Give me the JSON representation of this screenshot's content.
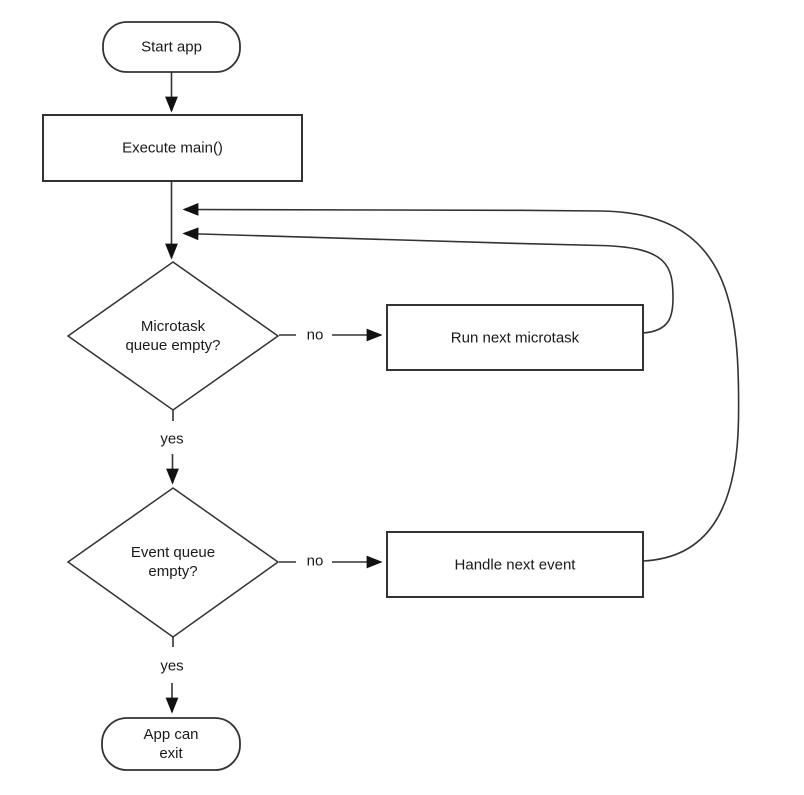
{
  "diagram": {
    "type": "flowchart",
    "nodes": {
      "start": {
        "label": "Start app",
        "shape": "terminator",
        "fill": "#ffffff"
      },
      "execute_main": {
        "label": "Execute main()",
        "shape": "process",
        "fill": "#84F6CD"
      },
      "microtask_check": {
        "label": "Microtask queue empty?",
        "shape": "decision",
        "fill": "#ffffff"
      },
      "run_microtask": {
        "label": "Run next microtask",
        "shape": "process",
        "fill": "#FBEAA3"
      },
      "event_check": {
        "label": "Event queue empty?",
        "shape": "decision",
        "fill": "#ffffff"
      },
      "handle_event": {
        "label": "Handle next event",
        "shape": "process",
        "fill": "#CDD4F1"
      },
      "exit": {
        "label": "App can exit",
        "shape": "terminator",
        "fill": "#ffffff"
      }
    },
    "edge_labels": {
      "microtask_no": "no",
      "microtask_yes": "yes",
      "event_no": "no",
      "event_yes": "yes"
    },
    "colors": {
      "line": "#333333",
      "arrowhead": "#111111",
      "text": "#1a1a1a",
      "background": "#ffffff"
    }
  }
}
